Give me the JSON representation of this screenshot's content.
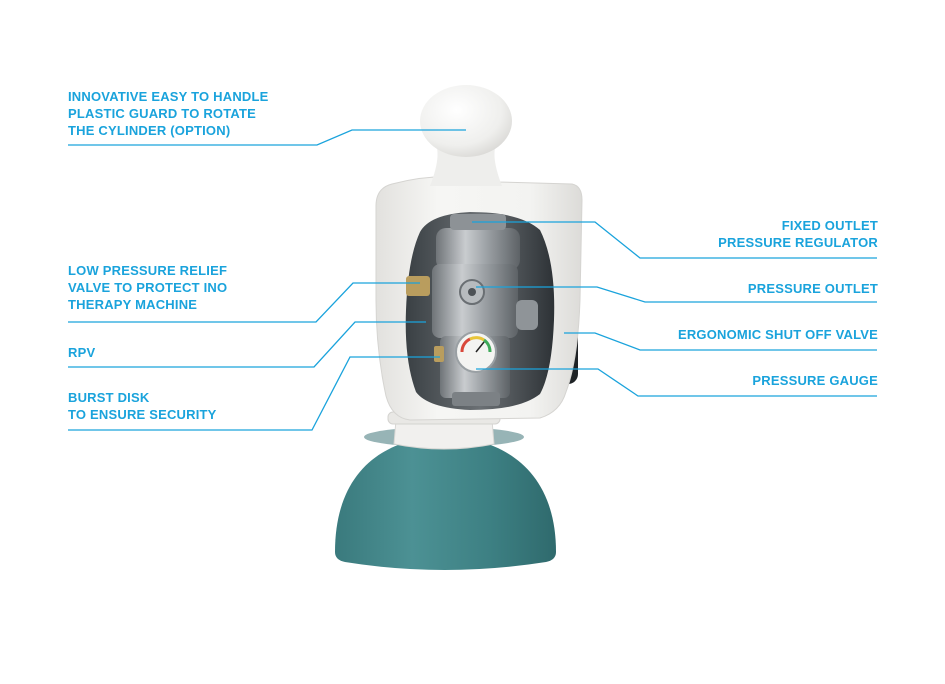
{
  "colors": {
    "accent": "#1aa3dc",
    "guard": "#efeeec",
    "base": "#3f8487",
    "metal": "#9ea3a7"
  },
  "callouts": {
    "guard": [
      "INNOVATIVE EASY TO HANDLE",
      "PLASTIC GUARD TO ROTATE",
      "THE CYLINDER (OPTION)"
    ],
    "low_pressure": [
      "LOW PRESSURE RELIEF",
      "VALVE TO PROTECT INO",
      "THERAPY MACHINE"
    ],
    "rpv": [
      "RPV"
    ],
    "burst_disk": [
      "BURST DISK",
      "TO ENSURE SECURITY"
    ],
    "regulator": [
      "FIXED OUTLET",
      "PRESSURE REGULATOR"
    ],
    "outlet": [
      "PRESSURE OUTLET"
    ],
    "shutoff": [
      "ERGONOMIC SHUT OFF VALVE"
    ],
    "gauge": [
      "PRESSURE GAUGE"
    ]
  }
}
